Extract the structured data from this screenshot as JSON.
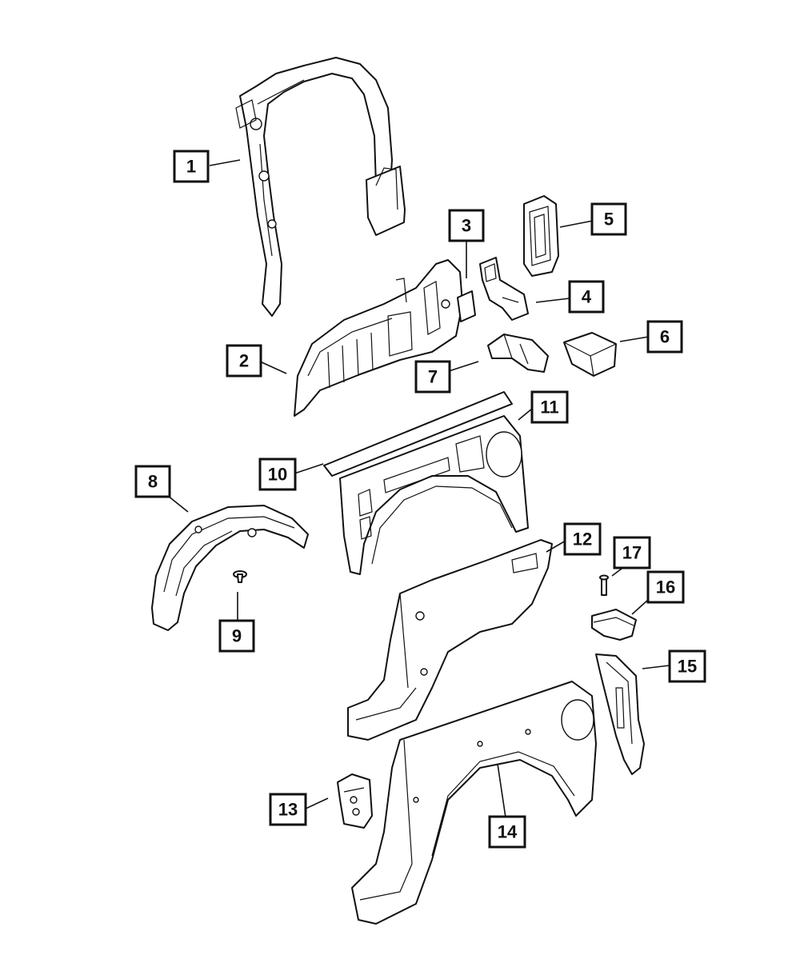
{
  "diagram": {
    "callouts": [
      {
        "id": "callout-1",
        "label": "1"
      },
      {
        "id": "callout-2",
        "label": "2"
      },
      {
        "id": "callout-3",
        "label": "3"
      },
      {
        "id": "callout-4",
        "label": "4"
      },
      {
        "id": "callout-5",
        "label": "5"
      },
      {
        "id": "callout-6",
        "label": "6"
      },
      {
        "id": "callout-7",
        "label": "7"
      },
      {
        "id": "callout-8",
        "label": "8"
      },
      {
        "id": "callout-9",
        "label": "9"
      },
      {
        "id": "callout-10",
        "label": "10"
      },
      {
        "id": "callout-11",
        "label": "11"
      },
      {
        "id": "callout-12",
        "label": "12"
      },
      {
        "id": "callout-13",
        "label": "13"
      },
      {
        "id": "callout-14",
        "label": "14"
      },
      {
        "id": "callout-15",
        "label": "15"
      },
      {
        "id": "callout-16",
        "label": "16"
      },
      {
        "id": "callout-17",
        "label": "17"
      }
    ],
    "colors": {
      "line": "#111111",
      "background": "#ffffff"
    }
  }
}
